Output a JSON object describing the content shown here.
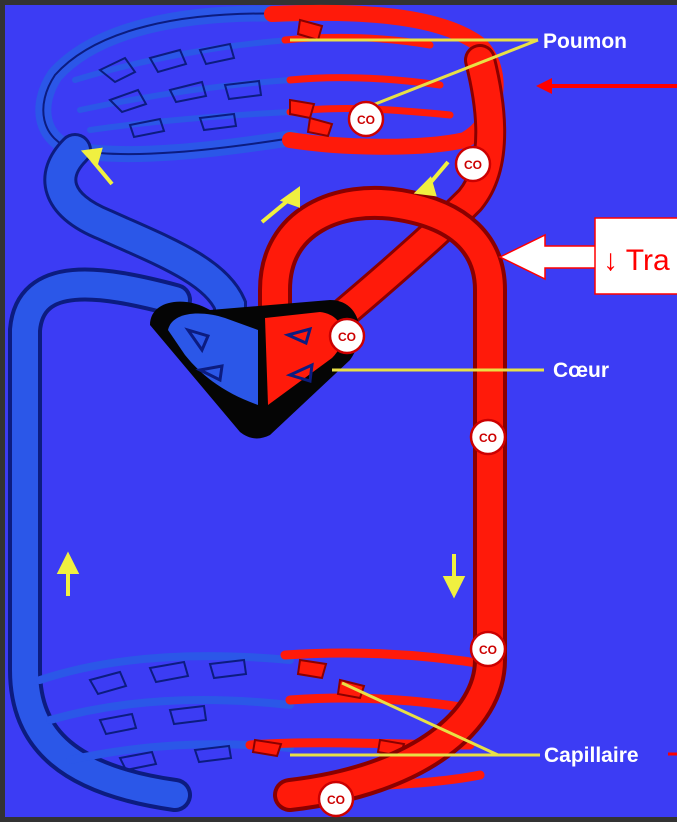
{
  "labels": {
    "poumon": "Poumon",
    "coeur": "Cœur",
    "capillaire": "Capillaire"
  },
  "callout": {
    "text": "↓ Tra"
  },
  "markers": {
    "co": "CO"
  },
  "colors": {
    "background": "#3c3cf4",
    "venous_blue": "#2b57e8",
    "arterial_red": "#ff1a0a",
    "heart_black": "#050505",
    "leader_yellow": "#e8e046",
    "arrow_yellow": "#f0f040",
    "callout_red": "#ff0000"
  }
}
